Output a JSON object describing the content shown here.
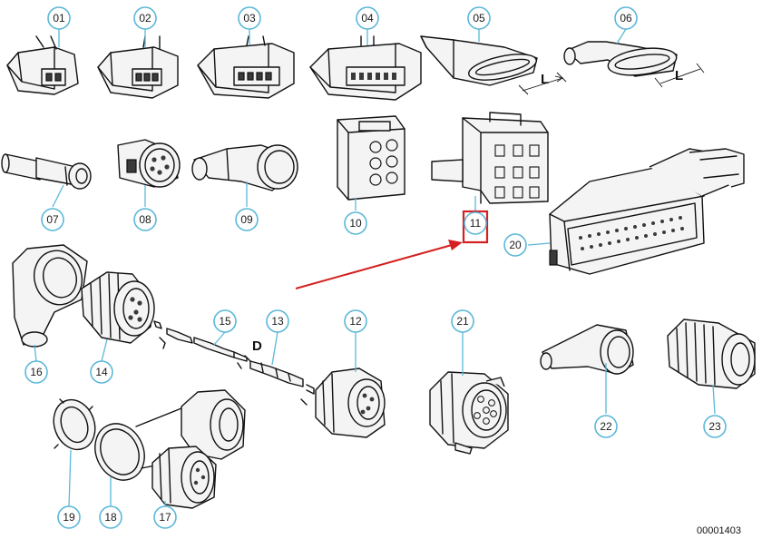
{
  "parts": [
    {
      "id": "p01",
      "label": "01"
    },
    {
      "id": "p02",
      "label": "02"
    },
    {
      "id": "p03",
      "label": "03"
    },
    {
      "id": "p04",
      "label": "04"
    },
    {
      "id": "p05",
      "label": "05"
    },
    {
      "id": "p06",
      "label": "06"
    },
    {
      "id": "p07",
      "label": "07"
    },
    {
      "id": "p08",
      "label": "08"
    },
    {
      "id": "p09",
      "label": "09"
    },
    {
      "id": "p10",
      "label": "10"
    },
    {
      "id": "p11",
      "label": "11"
    },
    {
      "id": "p12",
      "label": "12"
    },
    {
      "id": "p13",
      "label": "13"
    },
    {
      "id": "p14",
      "label": "14"
    },
    {
      "id": "p15",
      "label": "15"
    },
    {
      "id": "p16",
      "label": "16"
    },
    {
      "id": "p17",
      "label": "17"
    },
    {
      "id": "p18",
      "label": "18"
    },
    {
      "id": "p19",
      "label": "19"
    },
    {
      "id": "p20",
      "label": "20"
    },
    {
      "id": "p21",
      "label": "21"
    },
    {
      "id": "p22",
      "label": "22"
    },
    {
      "id": "p23",
      "label": "23"
    }
  ],
  "dimension_labels": {
    "length_a": "L",
    "length_b": "L"
  },
  "detail_letter": "D",
  "reference_number": "00001403",
  "colors": {
    "badge_stroke": "#5bb8d8",
    "highlight": "#d42020",
    "ink": "#111111"
  }
}
